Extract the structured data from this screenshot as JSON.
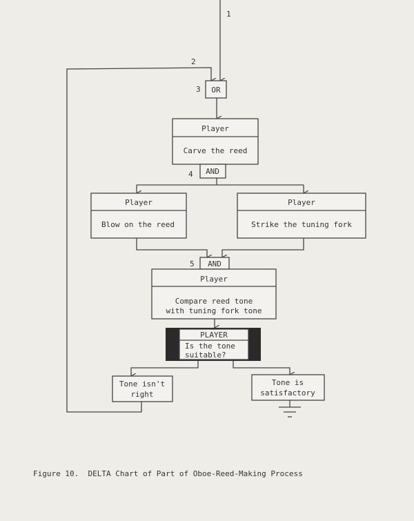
{
  "labels": {
    "n1": "1",
    "n2": "2",
    "n3": "3",
    "n4": "4",
    "n5": "5"
  },
  "gates": {
    "or3": "OR",
    "and4": "AND",
    "and5": "AND"
  },
  "boxes": {
    "carve": {
      "actor": "Player",
      "action": "Carve the reed"
    },
    "blow": {
      "actor": "Player",
      "action": "Blow on the reed"
    },
    "strike": {
      "actor": "Player",
      "action": "Strike the tuning fork"
    },
    "compare": {
      "actor": "Player",
      "action_line1": "Compare reed tone",
      "action_line2": "with tuning fork tone"
    },
    "decision": {
      "actor": "PLAYER",
      "question_line1": "Is the tone",
      "question_line2": "suitable?"
    },
    "not_right": {
      "line1": "Tone isn't",
      "line2": "right"
    },
    "satisfactory": {
      "line1": "Tone is",
      "line2": "satisfactory"
    }
  },
  "caption": "Figure 10.  DELTA Chart of Part of Oboe-Reed-Making Process"
}
